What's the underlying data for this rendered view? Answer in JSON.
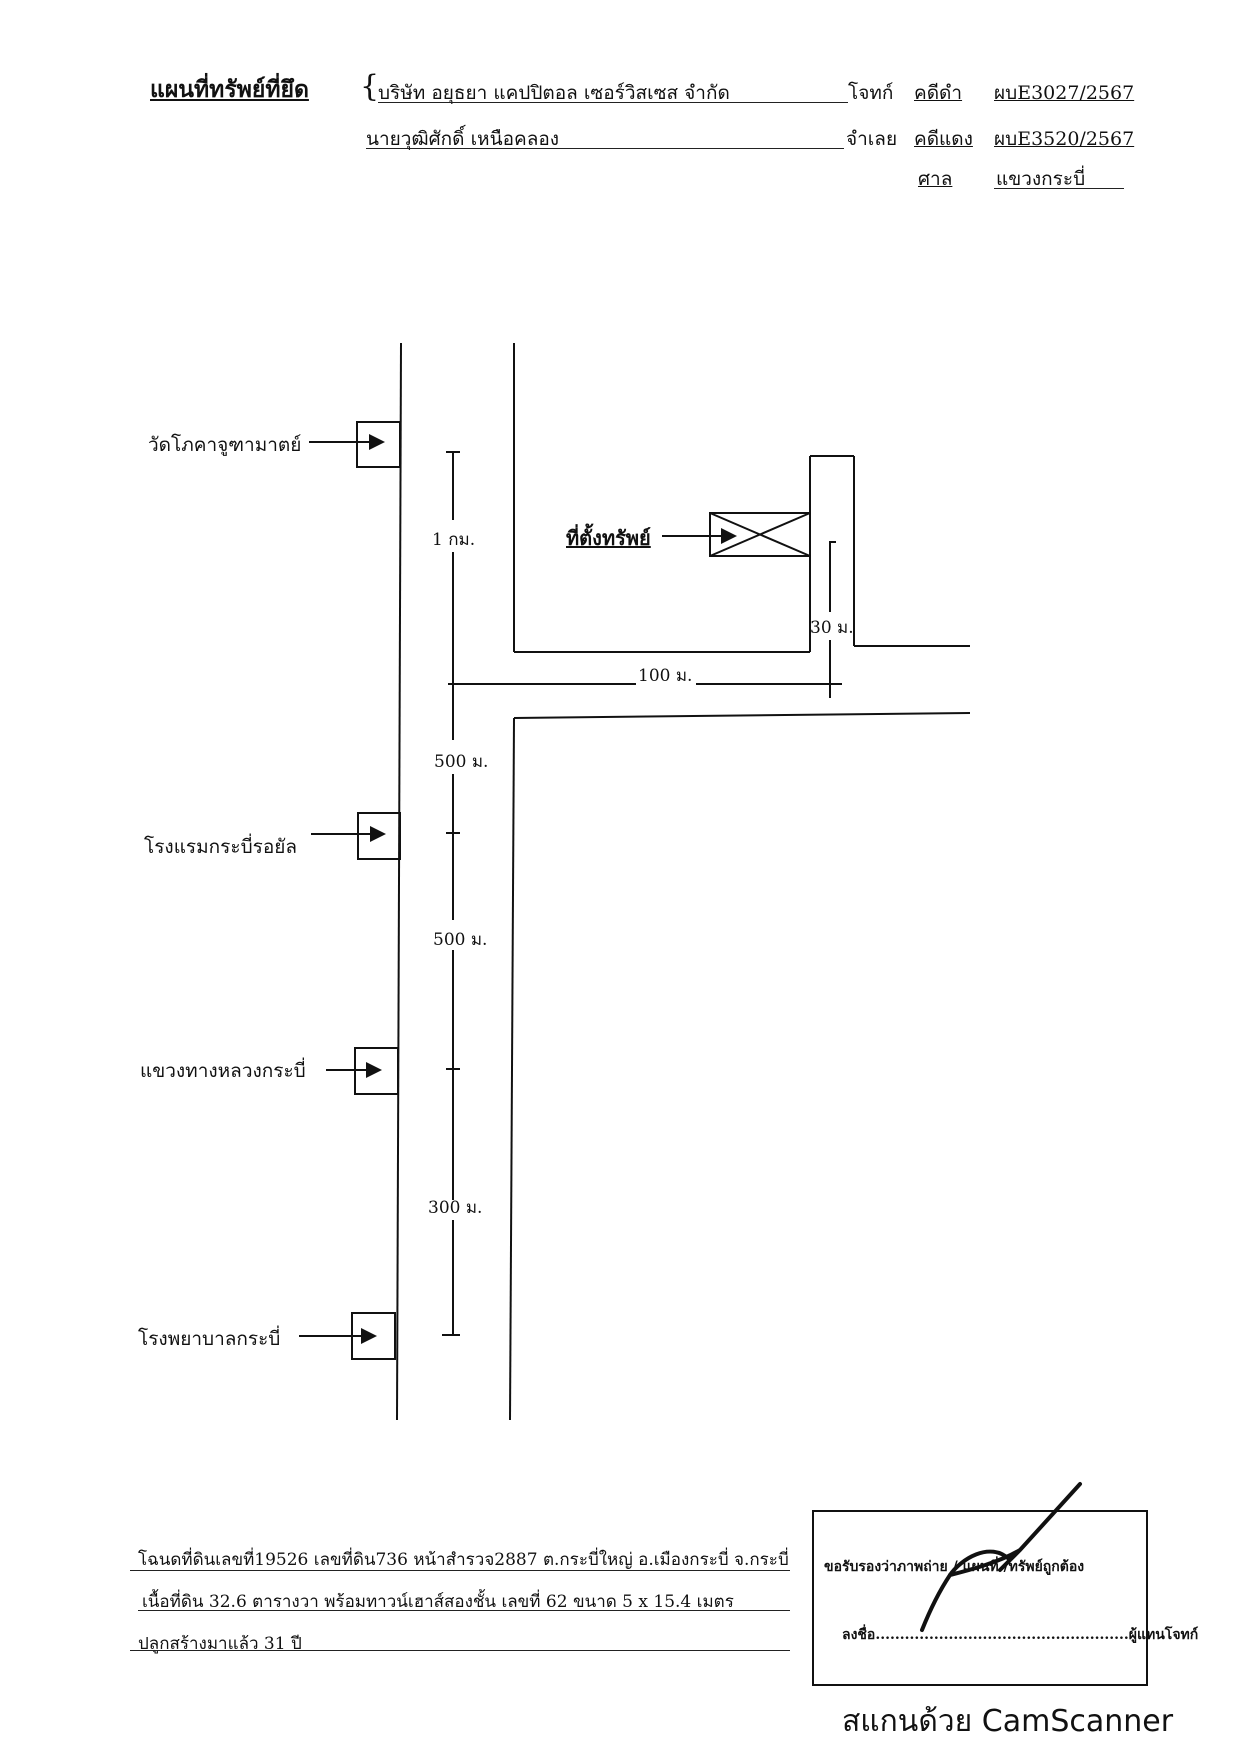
{
  "header": {
    "title": "แผนที่ทรัพย์ที่ยึด",
    "plaintiff": "บริษัท อยุธยา แคปปิตอล เซอร์วิสเซส จำกัด",
    "plaintiff_role": "โจทก์",
    "defendant": "นายวุฒิศักดิ์  เหนือคลอง",
    "defendant_role": "จำเลย",
    "black_case_label": "คดีดำ",
    "black_case_no": "ผบE3027/2567",
    "red_case_label": "คดีแดง",
    "red_case_no": "ผบE3520/2567",
    "court_label": "ศาล",
    "court_name": "แขวงกระบี่"
  },
  "map": {
    "landmarks": [
      "วัดโภคาจูฑามาตย์",
      "โรงแรมกระบี่รอยัล",
      "แขวงทางหลวงกระบี่",
      "โรงพยาบาลกระบี่"
    ],
    "property_label": "ที่ตั้งทรัพย์",
    "distances": {
      "d1": "1 กม.",
      "d2": "500 ม.",
      "d3": "500 ม.",
      "d4": "300 ม.",
      "side_road": "100 ม.",
      "to_property": "30 ม."
    }
  },
  "details": {
    "line1": "โฉนดที่ดินเลขที่19526 เลขที่ดิน736 หน้าสำรวจ2887 ต.กระบี่ใหญ่ อ.เมืองกระบี่ จ.กระบี่",
    "line2": "เนื้อที่ดิน 32.6 ตารางวา พร้อมทาวน์เฮาส์สองชั้น เลขที่ 62 ขนาด 5 x 15.4 เมตร",
    "line3": "ปลูกสร้างมาแล้ว 31 ปี"
  },
  "certification": {
    "text": "ขอรับรองว่าภาพถ่าย / แผนที่ /ทรัพย์ถูกต้อง",
    "sign_prefix": "ลงชื่อ",
    "dots": "....................................................",
    "sign_role": "ผู้แทนโจทก์"
  },
  "watermark": "สแกนด้วย CamScanner"
}
